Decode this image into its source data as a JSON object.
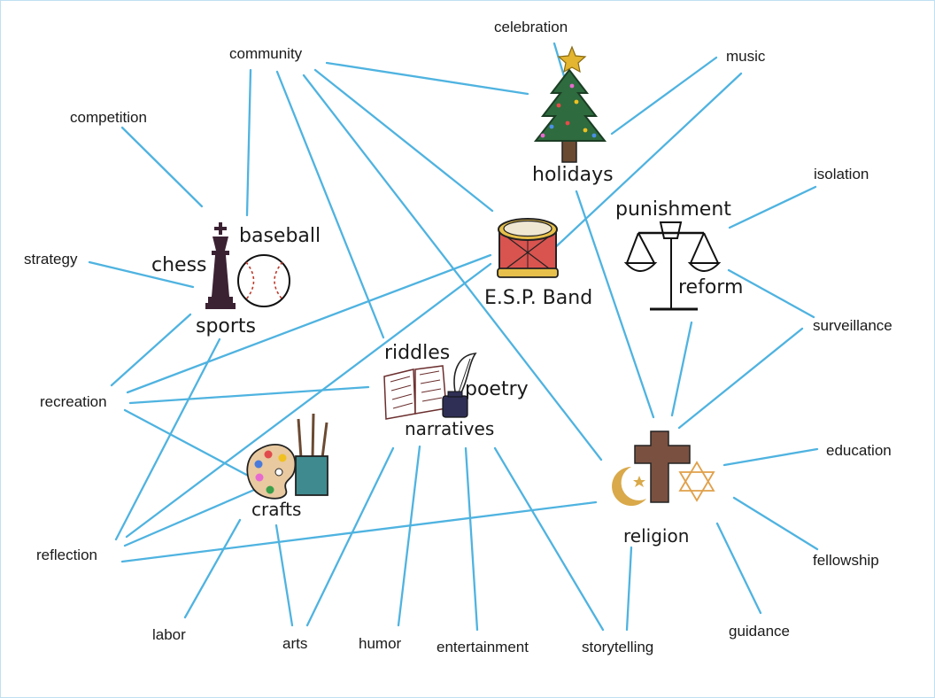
{
  "colors": {
    "connector": "#4fb3e0",
    "tree": "#2e6b3e",
    "star": "#e3b530",
    "drum": "#d9534f",
    "drum_rim": "#e6c04a",
    "cross": "#7a5040",
    "crescent": "#d9a94a",
    "chess_piece": "#3b2233",
    "jar": "#3f8a8e",
    "ink": "#2f2f55"
  },
  "hubs": {
    "holidays": "holidays",
    "band": "E.S.P. Band",
    "punishment": "punishment",
    "reform": "reform",
    "baseball": "baseball",
    "chess": "chess",
    "sports": "sports",
    "riddles": "riddles",
    "poetry": "poetry",
    "narratives": "narratives",
    "crafts": "crafts",
    "religion": "religion"
  },
  "terms": {
    "celebration": "celebration",
    "community": "community",
    "music": "music",
    "competition": "competition",
    "isolation": "isolation",
    "strategy": "strategy",
    "surveillance": "surveillance",
    "recreation": "recreation",
    "education": "education",
    "reflection": "reflection",
    "fellowship": "fellowship",
    "labor": "labor",
    "arts": "arts",
    "humor": "humor",
    "entertainment": "entertainment",
    "storytelling": "storytelling",
    "guidance": "guidance"
  },
  "icons": [
    "christmas-tree-icon",
    "drum-icon",
    "scales-of-justice-icon",
    "chess-king-icon",
    "baseball-icon",
    "open-book-icon",
    "quill-inkwell-icon",
    "paint-palette-icon",
    "brush-jar-icon",
    "cross-icon",
    "crescent-star-icon",
    "star-of-david-icon"
  ]
}
